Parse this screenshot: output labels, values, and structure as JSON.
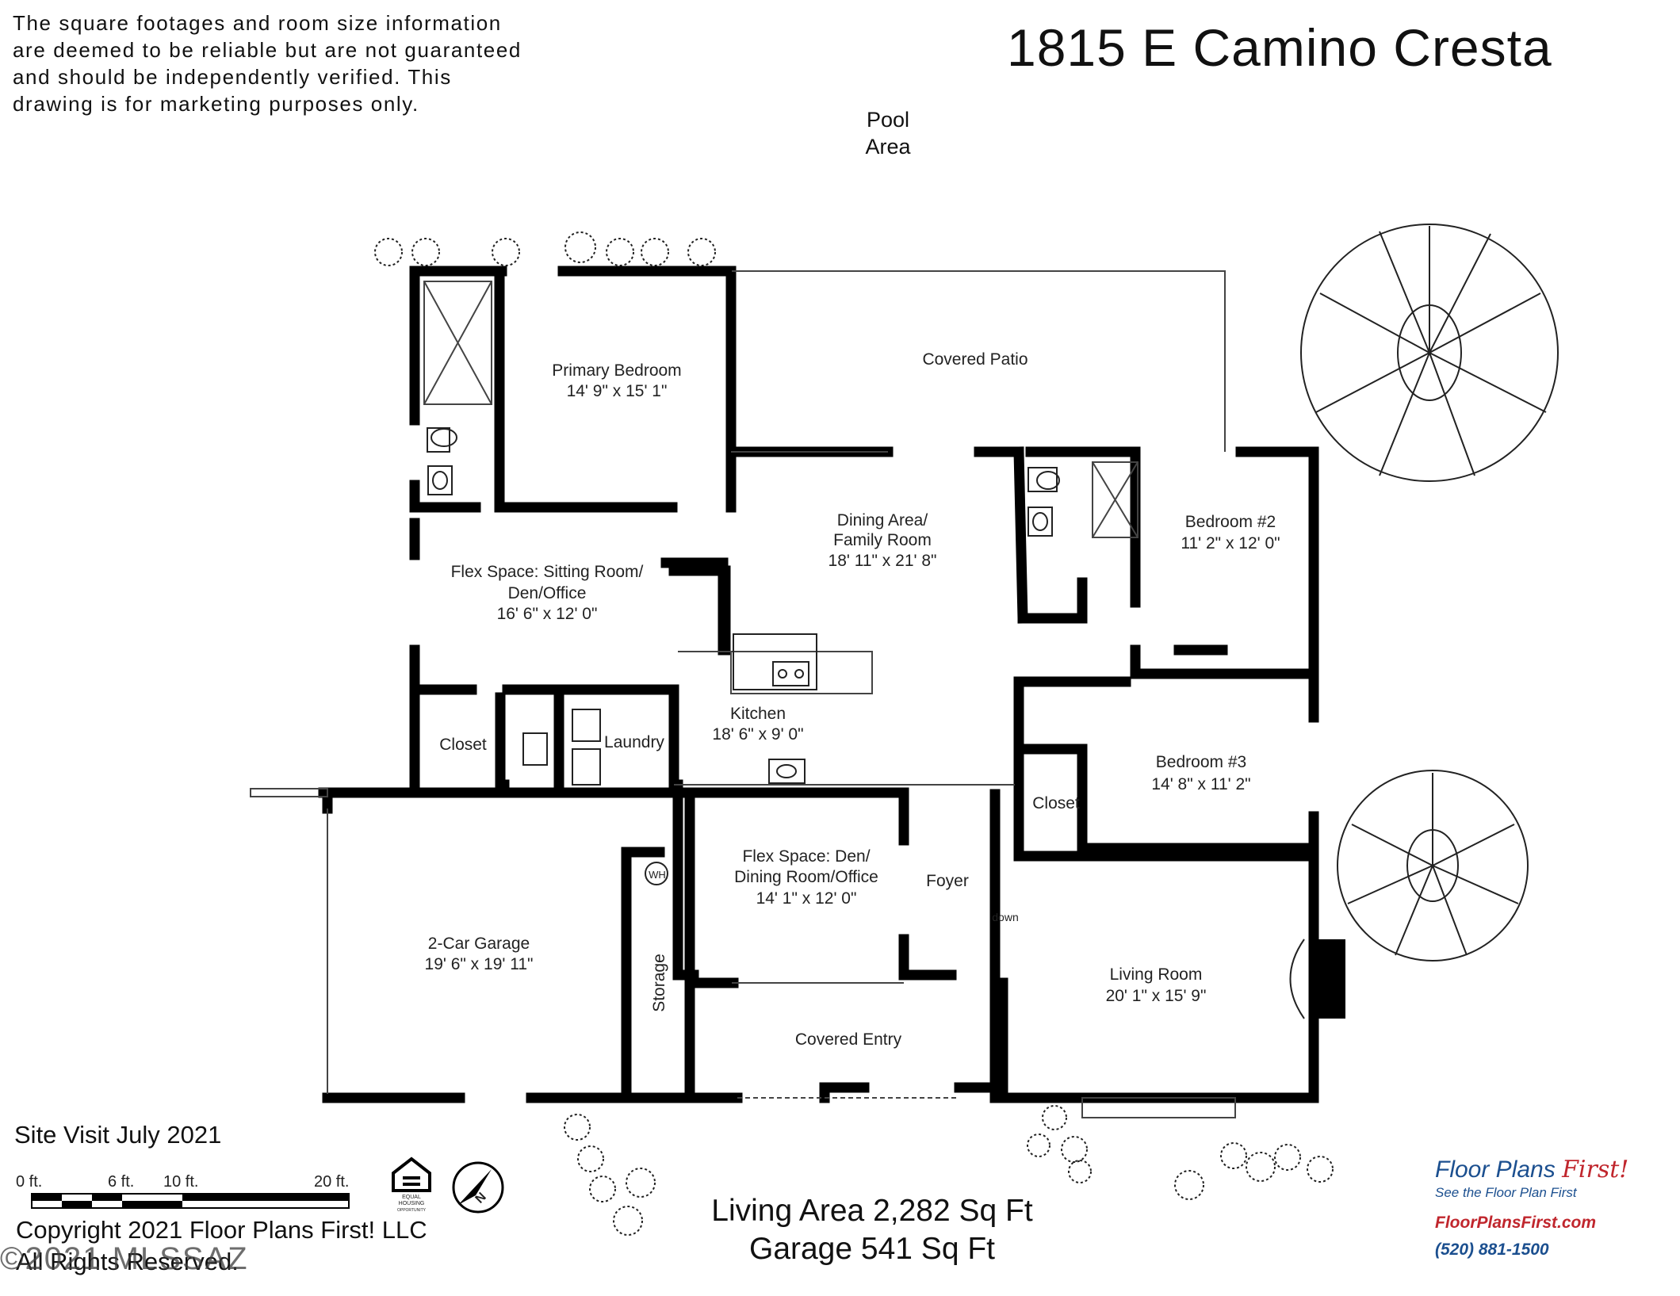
{
  "disclaimer": {
    "line1": "The square footages and room size information",
    "line2": "are deemed to be reliable but are not guaranteed",
    "line3": "and should be independently verified. This",
    "line4": "drawing is for marketing purposes only."
  },
  "address": "1815 E Camino Cresta",
  "pool": {
    "line1": "Pool",
    "line2": "Area"
  },
  "rooms": {
    "primary_bedroom": {
      "name": "Primary Bedroom",
      "size": "14' 9\" x 15' 1\""
    },
    "covered_patio": {
      "name": "Covered Patio"
    },
    "dining_family": {
      "name1": "Dining Area/",
      "name2": "Family Room",
      "size": "18' 11\" x 21' 8\""
    },
    "bedroom2": {
      "name": "Bedroom #2",
      "size": "11' 2\" x 12' 0\""
    },
    "flex_sitting": {
      "name1": "Flex Space: Sitting Room/",
      "name2": "Den/Office",
      "size": "16' 6\" x 12' 0\""
    },
    "closet1": {
      "name": "Closet"
    },
    "laundry": {
      "name": "Laundry"
    },
    "kitchen": {
      "name": "Kitchen",
      "size": "18' 6\" x 9' 0\""
    },
    "bedroom3": {
      "name": "Bedroom #3",
      "size": "14' 8\" x 11' 2\""
    },
    "closet2": {
      "name": "Closet"
    },
    "garage": {
      "name": "2-Car Garage",
      "size": "19' 6\" x 19' 11\""
    },
    "flex_den": {
      "name1": "Flex Space: Den/",
      "name2": "Dining Room/Office",
      "size": "14' 1\" x 12' 0\""
    },
    "foyer": {
      "name": "Foyer"
    },
    "storage": {
      "name": "Storage"
    },
    "water_heater": {
      "name": "WH"
    },
    "down": {
      "name": "down"
    },
    "living_room": {
      "name": "Living Room",
      "size": "20' 1\" x 15' 9\""
    },
    "covered_entry": {
      "name": "Covered Entry"
    }
  },
  "scale": {
    "t0": "0 ft.",
    "t6": "6 ft.",
    "t10": "10 ft.",
    "t20": "20 ft."
  },
  "equal_housing": {
    "line1": "EQUAL",
    "line2": "HOUSING",
    "line3": "OPPORTUNITY"
  },
  "north": "N",
  "site_visit": "Site Visit July 2021",
  "areas": {
    "living": "Living Area 2,282 Sq Ft",
    "garage": "Garage 541 Sq Ft"
  },
  "copyright": {
    "line1": "Copyright 2021 Floor Plans First! LLC",
    "line2": "All Rights Reserved.",
    "watermark": "©2021 MLSSAZ"
  },
  "brand": {
    "name": "Floor Plans",
    "name_accent": "First!",
    "tagline": "See the Floor Plan First",
    "url": "FloorPlansFirst.com",
    "phone": "(520) 881-1500"
  },
  "colors": {
    "wall": "#000000",
    "brand_blue": "#1b4f8f",
    "brand_red": "#c0262d"
  }
}
